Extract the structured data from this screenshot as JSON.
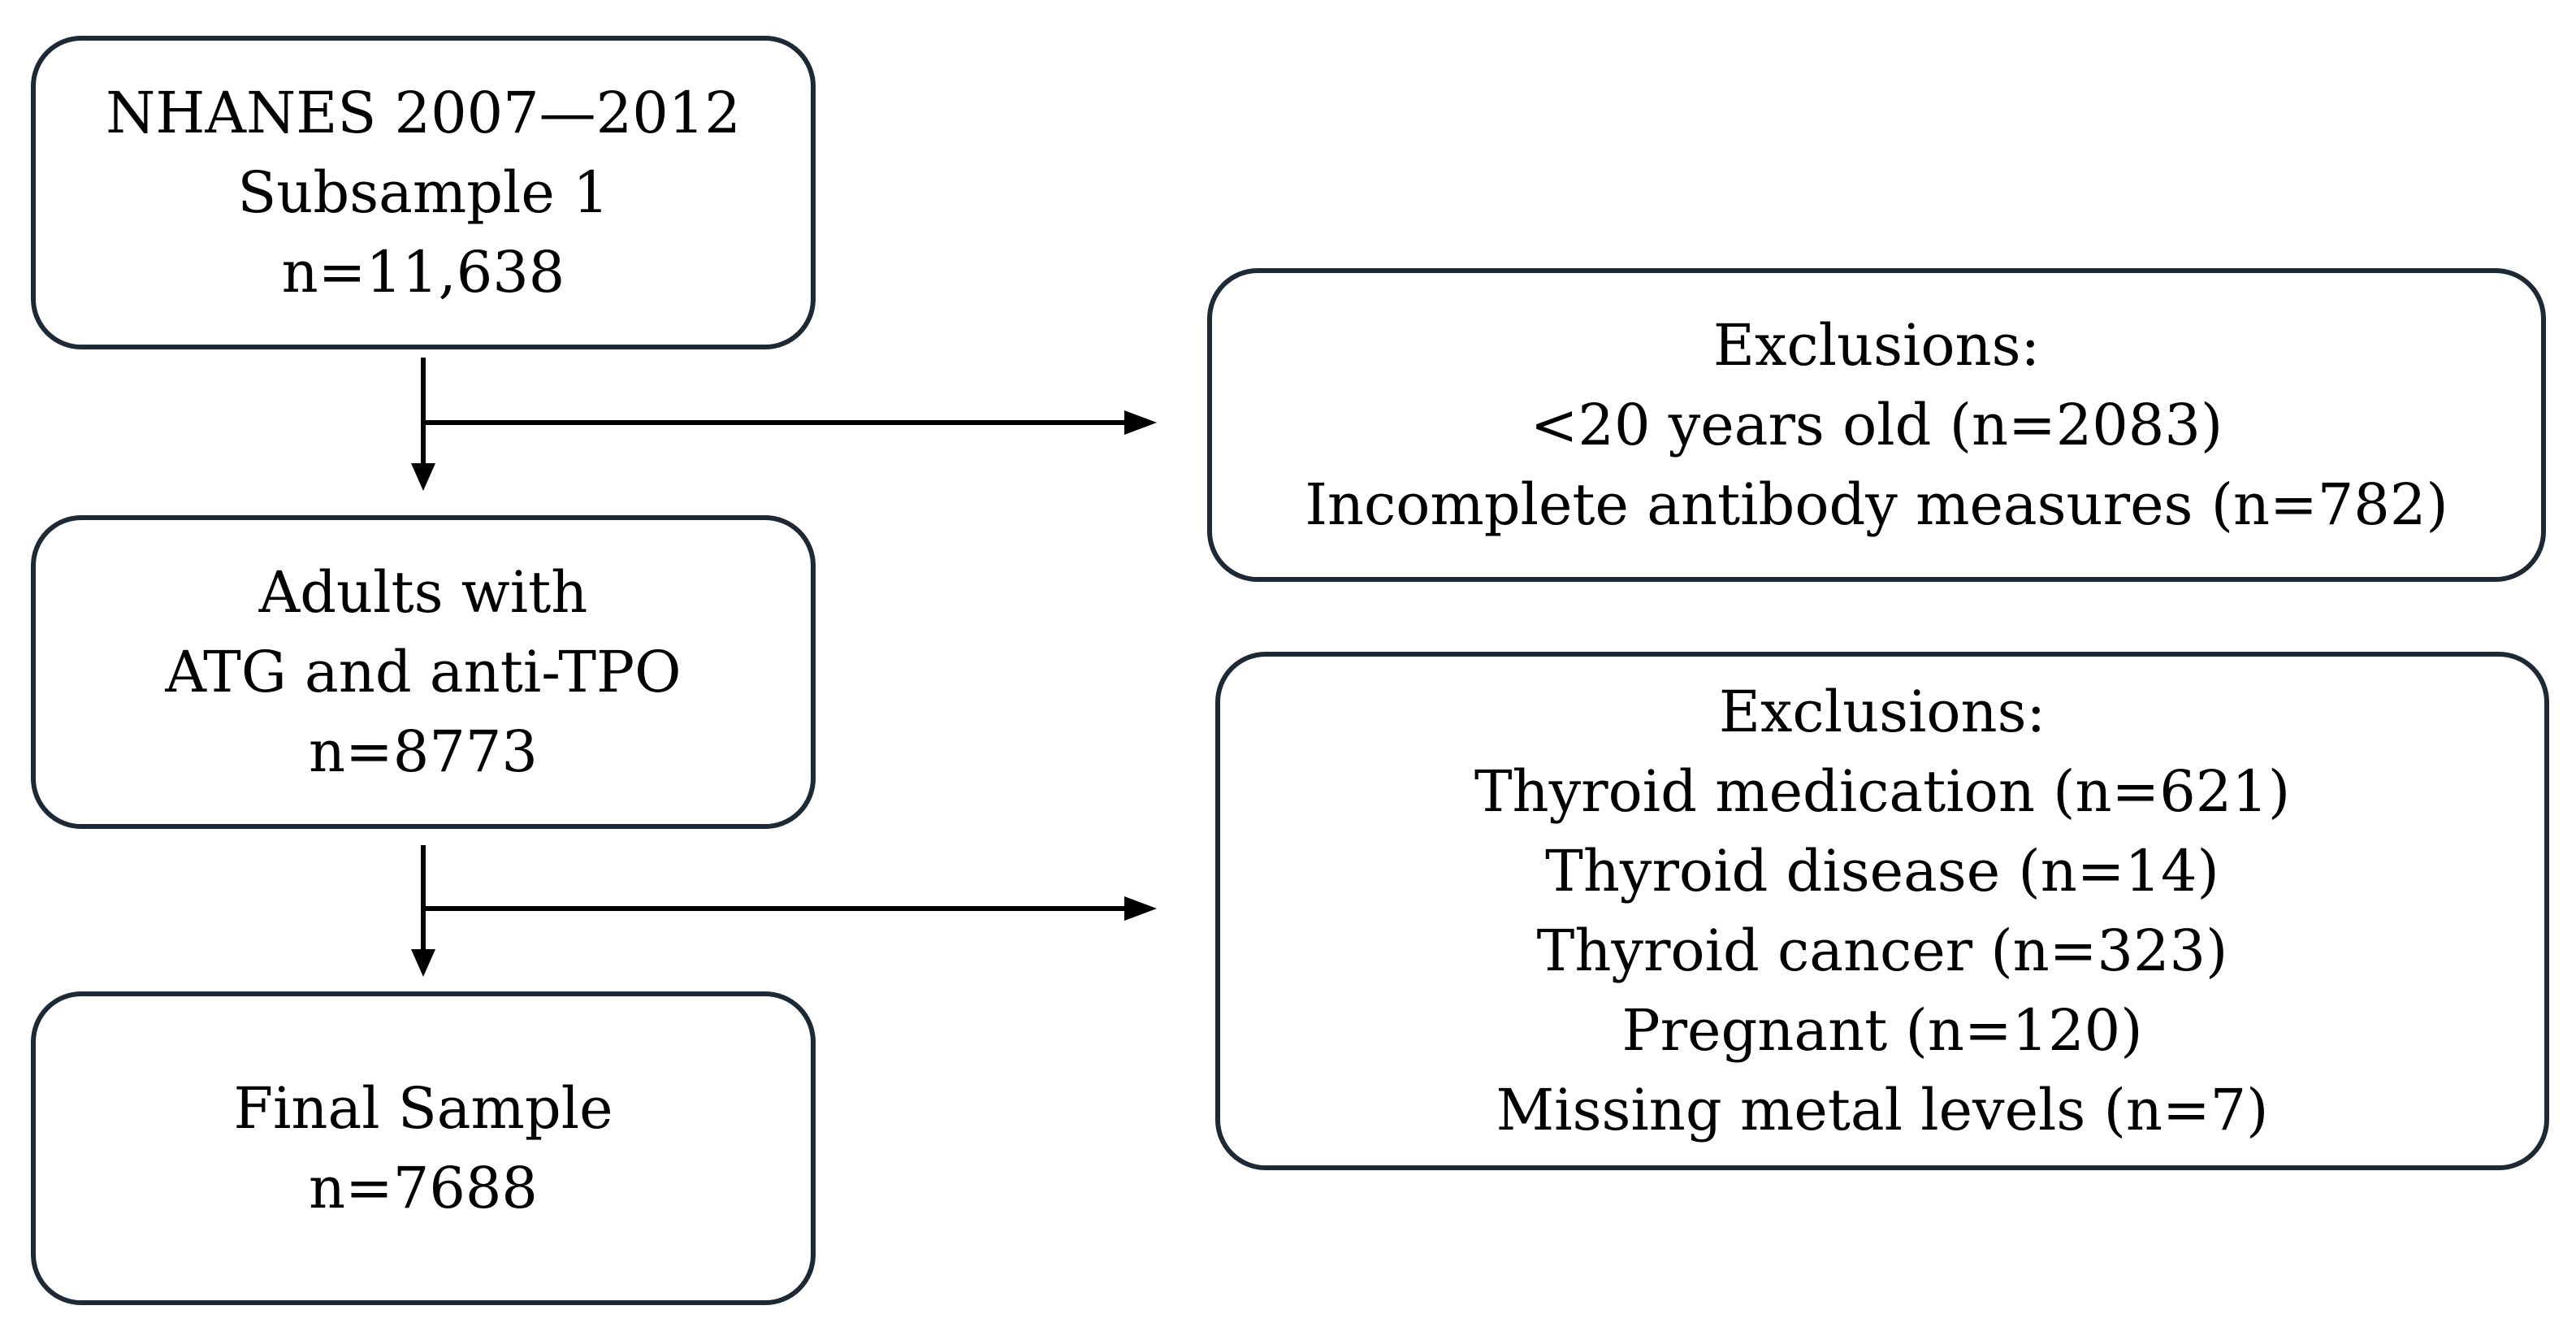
{
  "flow": {
    "source": {
      "lines": [
        "NHANES 2007—2012",
        "Subsample 1",
        "n=11,638"
      ]
    },
    "adults": {
      "lines": [
        "Adults with",
        "ATG and anti-TPO",
        "n=8773"
      ]
    },
    "final": {
      "lines": [
        "Final Sample",
        "n=7688"
      ]
    },
    "exclusions_1": {
      "title": "Exclusions:",
      "items": [
        "<20 years old (n=2083)",
        "Incomplete antibody measures (n=782)"
      ]
    },
    "exclusions_2": {
      "title": "Exclusions:",
      "items": [
        "Thyroid medication (n=621)",
        "Thyroid disease (n=14)",
        "Thyroid cancer (n=323)",
        "Pregnant (n=120)",
        "Missing metal levels (n=7)"
      ]
    }
  },
  "colors": {
    "box_border": "#1d2a36",
    "arrow": "#000000",
    "text": "#000000"
  }
}
